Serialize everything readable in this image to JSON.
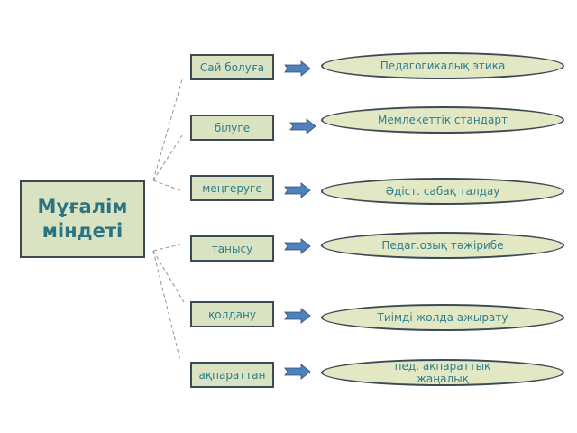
{
  "main": {
    "title": "Мұғалім міндеті"
  },
  "tasks": [
    "Сай болуға",
    "білуге",
    "меңгеруге",
    "танысу",
    "қолдану",
    "ақпараттан"
  ],
  "outcomes": [
    "Педагогикалық  этика",
    "Мемлекеттік стандарт",
    "Әдіст. сабақ талдау",
    "Педаг.озық тәжірибе",
    "Тиімді жолда ажырату",
    "пед. ақпараттық жаңалық"
  ],
  "colors": {
    "box_fill": "#d9e3c1",
    "border": "#3b4a55",
    "text": "#2f7d8c",
    "arrow": "#4f81bd"
  }
}
